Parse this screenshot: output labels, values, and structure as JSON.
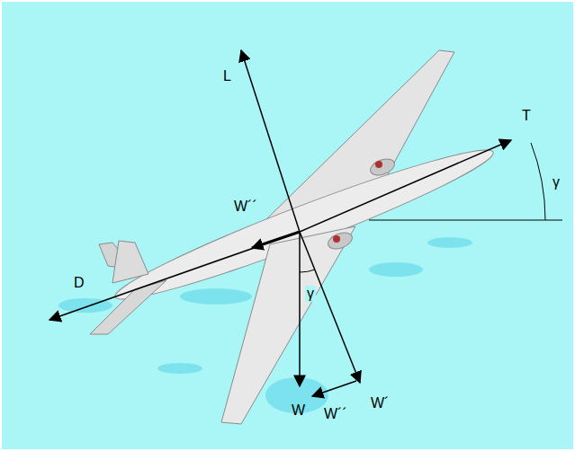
{
  "diagram": {
    "labels": [
      "L",
      "T",
      "γ",
      "W´´",
      "D",
      "γ",
      "W",
      "W´",
      "W´´"
    ]
  }
}
